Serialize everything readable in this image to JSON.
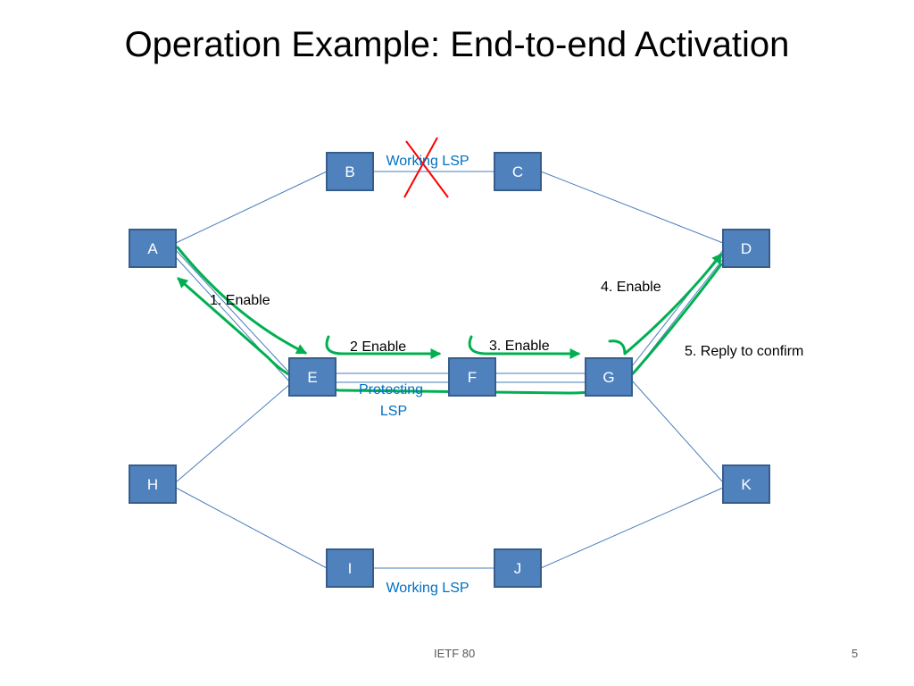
{
  "slide": {
    "title": "Operation Example: End-to-end Activation",
    "footer_center": "IETF 80",
    "page_number": "5"
  },
  "nodes": {
    "A": "A",
    "B": "B",
    "C": "C",
    "D": "D",
    "E": "E",
    "F": "F",
    "G": "G",
    "H": "H",
    "I": "I",
    "J": "J",
    "K": "K"
  },
  "labels": {
    "working_lsp_top": "Working LSP",
    "protecting_lsp_line1": "Protecting",
    "protecting_lsp_line2": "LSP",
    "working_lsp_bottom": "Working LSP"
  },
  "steps": {
    "step1": "1. Enable",
    "step2": "2 Enable",
    "step3": "3. Enable",
    "step4": "4. Enable",
    "step5": "5. Reply to confirm"
  },
  "colors": {
    "node_fill": "#4f81bd",
    "link": "#4a7ebb",
    "signal": "#00b050",
    "failure": "#ff0000",
    "lsp_label": "#0070c0"
  }
}
